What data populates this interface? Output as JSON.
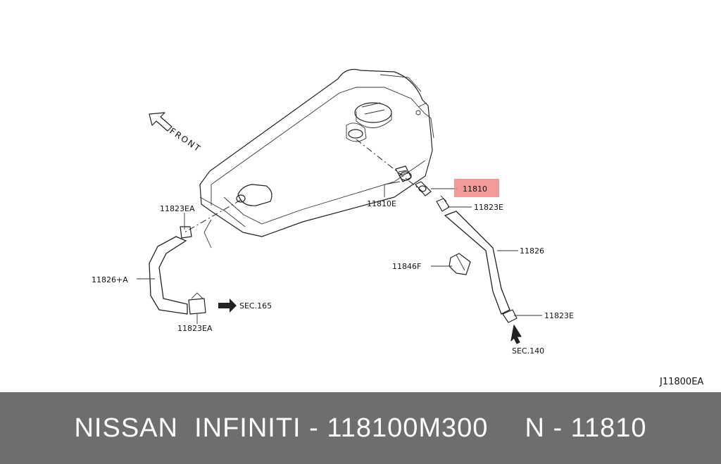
{
  "diagram": {
    "direction_label": "FRONT",
    "part_labels": {
      "pcv_valve": "11810",
      "grommet": "11810E",
      "clamp_upper_right": "11823E",
      "clamp_lower_right": "11823E",
      "clamp_upper_left": "11823EA",
      "clamp_lower_left": "11823EA",
      "hose_right": "11826",
      "hose_left": "11826+A",
      "bracket": "11846F"
    },
    "section_refs": {
      "left": "SEC.165",
      "bottom": "SEC.140"
    },
    "figure_code": "J11800EA",
    "highlight_color": "#f08a8a"
  },
  "footer": {
    "brand_part": "NISSAN  INFINITI - 118100M300",
    "ref_part": "N - 11810",
    "background": "#6e6e6e"
  }
}
